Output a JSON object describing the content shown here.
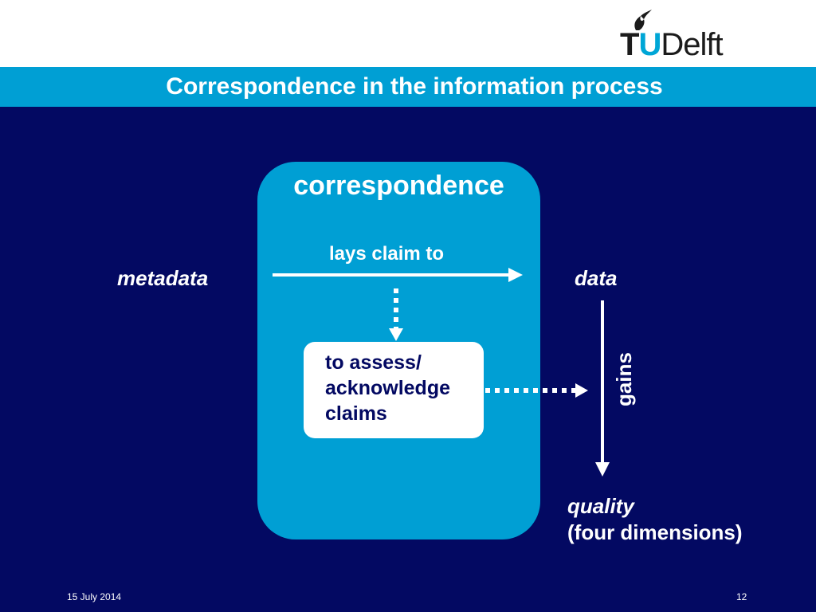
{
  "logo": {
    "t": "T",
    "u": "U",
    "rest": "Delft"
  },
  "slide": {
    "title": "Correspondence in the information process"
  },
  "diagram": {
    "correspondence": "correspondence",
    "lays_claim": "lays claim to",
    "metadata": "metadata",
    "data": "data",
    "assess_line1": "to assess/",
    "assess_line2": "acknowledge",
    "assess_line3": "claims",
    "gains": "gains",
    "quality": "quality",
    "four_dimensions": "(four dimensions)"
  },
  "footer": {
    "date": "15 July 2014",
    "page": "12"
  },
  "colors": {
    "navy": "#030962",
    "cyan": "#009fd4",
    "white": "#ffffff"
  }
}
